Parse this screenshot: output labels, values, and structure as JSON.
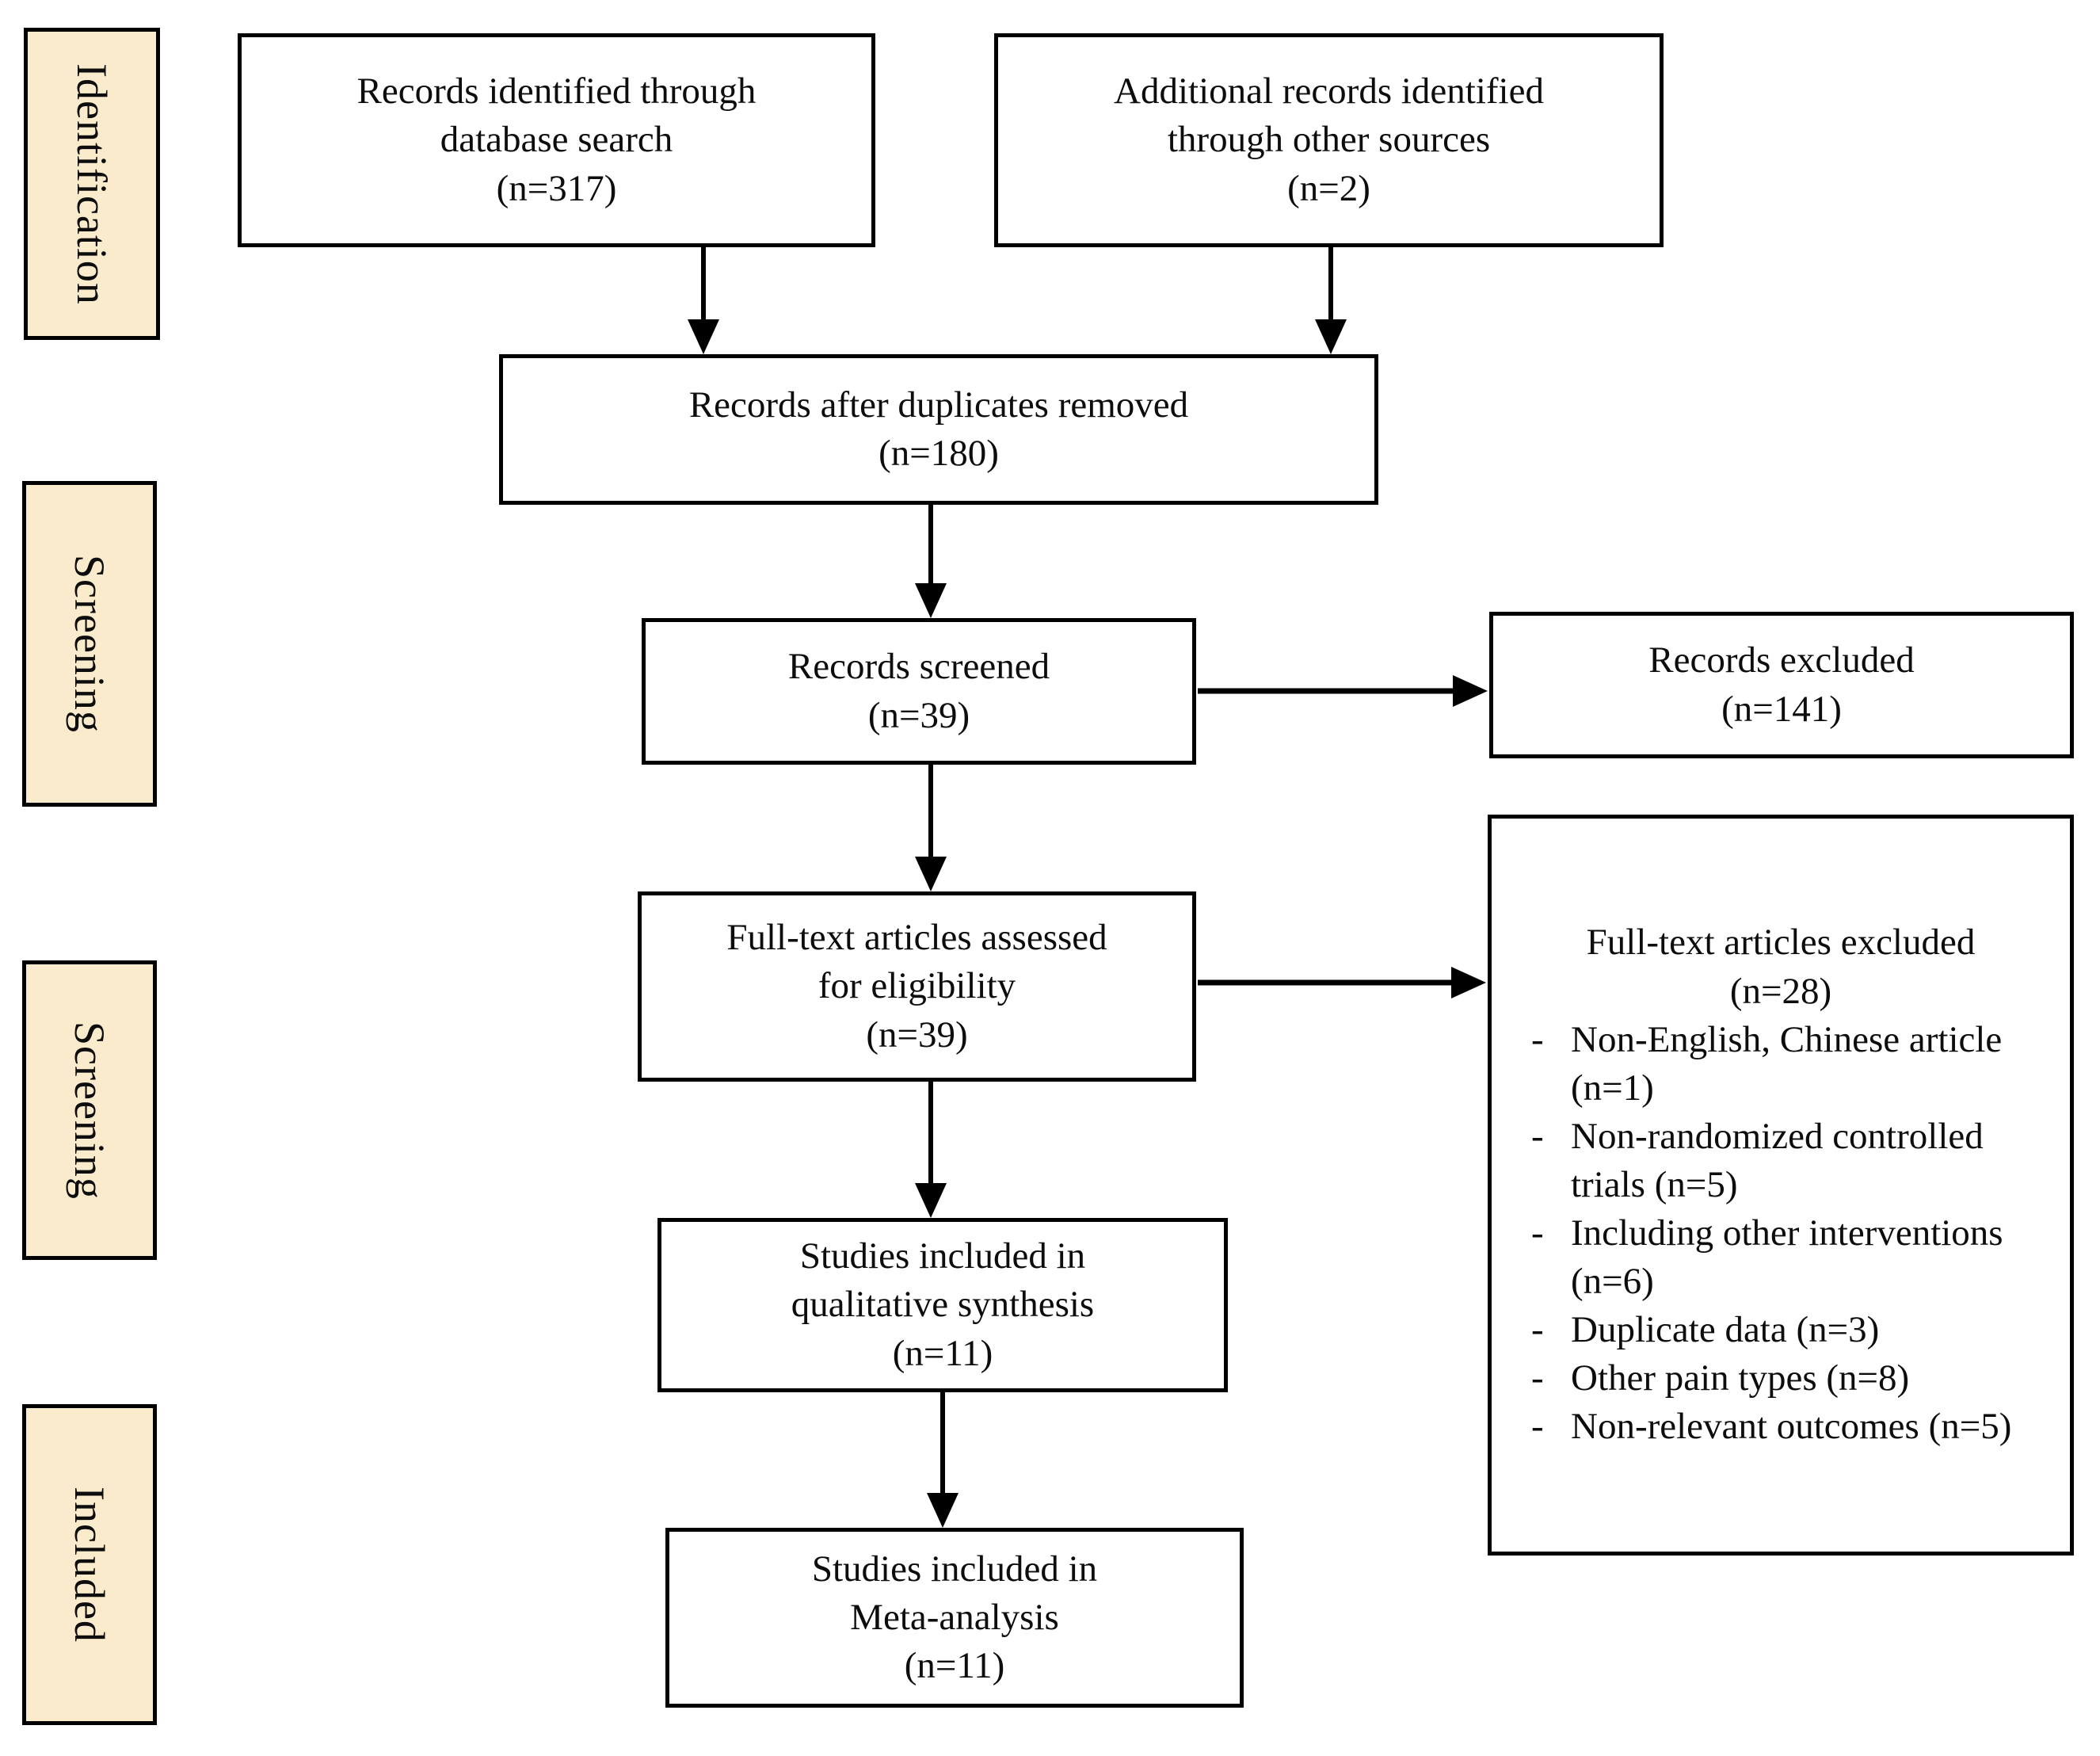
{
  "colors": {
    "background": "#ffffff",
    "border": "#000000",
    "stage_fill": "#faebcd",
    "text": "#0d0d0d"
  },
  "stages": [
    {
      "label": "Identification"
    },
    {
      "label": "Screening"
    },
    {
      "label": "Screening"
    },
    {
      "label": "Included"
    }
  ],
  "boxes": {
    "identified": {
      "line1": "Records identified through",
      "line2": "database search",
      "count": "(n=317)"
    },
    "additional": {
      "line1": "Additional records identified",
      "line2": "through other sources",
      "count": "(n=2)"
    },
    "deduplicated": {
      "line1": "Records after duplicates removed",
      "count": "(n=180)"
    },
    "screened": {
      "line1": "Records screened",
      "count": "(n=39)"
    },
    "records_excluded": {
      "line1": "Records excluded",
      "count": "(n=141)"
    },
    "fulltext_assessed": {
      "line1": "Full-text articles assessed",
      "line2": "for eligibility",
      "count": "(n=39)"
    },
    "fulltext_excluded": {
      "title": "Full-text articles excluded",
      "count": "(n=28)",
      "reasons": [
        "Non-English, Chinese article (n=1)",
        "Non-randomized controlled trials (n=5)",
        "Including other interventions (n=6)",
        "Duplicate data (n=3)",
        "Other pain types (n=8)",
        "Non-relevant outcomes (n=5)"
      ]
    },
    "qualitative": {
      "line1": "Studies included in",
      "line2": "qualitative synthesis",
      "count": "(n=11)"
    },
    "meta_analysis": {
      "line1": "Studies included in",
      "line2": "Meta-analysis",
      "count": "(n=11)"
    }
  }
}
